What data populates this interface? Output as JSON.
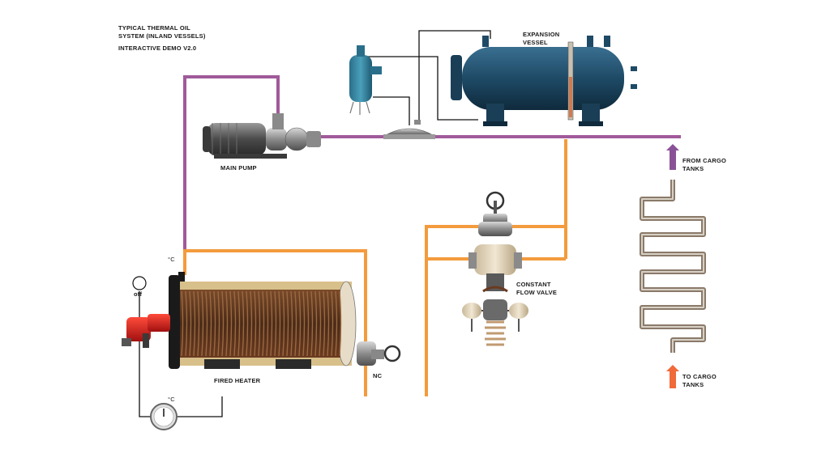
{
  "header": {
    "title": "TYPICAL THERMAL OIL\nSYSTEM (INLAND VESSELS)",
    "subtitle": "INTERACTIVE DEMO  V2.0"
  },
  "labels": {
    "expansion_vessel": "EXPANSION\nVESSEL",
    "main_pump": "MAIN PUMP",
    "constant_flow_valve": "CONSTANT\nFLOW VALVE",
    "fired_heater": "FIRED HEATER",
    "nc": "NC",
    "burner_switch": "off",
    "temp_unit_top": "°C",
    "temp_unit_bottom": "°C",
    "from_cargo_tanks": "FROM CARGO\nTANKS",
    "to_cargo_tanks": "TO CARGO\nTANKS"
  },
  "colors": {
    "hot_line": "#f29b3a",
    "return_line": "#a05a9a",
    "vessel": "#1e4a66",
    "burner": "#d32020",
    "arrow_from": "#8a5296",
    "arrow_to": "#f06a3a"
  }
}
